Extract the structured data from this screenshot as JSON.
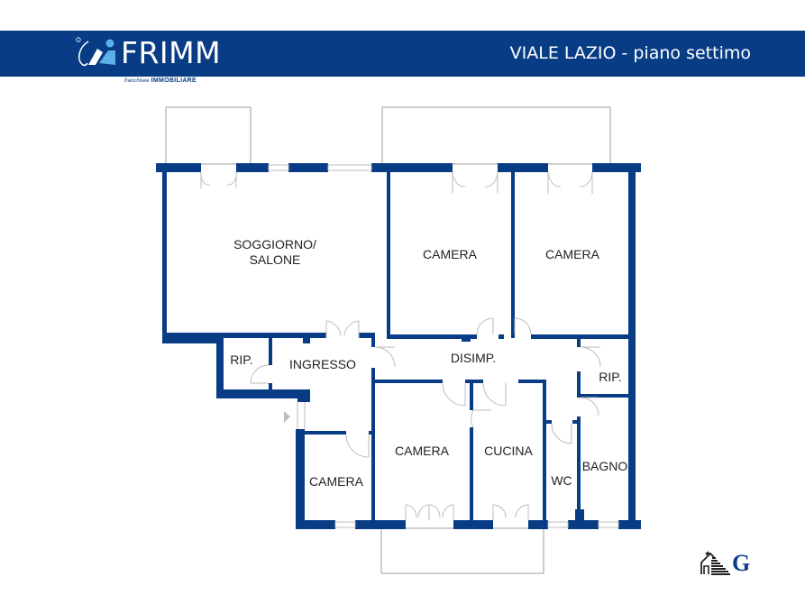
{
  "header": {
    "brand_name": "FRIMM",
    "brand_tagline_small": "franchisee",
    "brand_tagline_big": "IMMOBILIARE",
    "title": "VIALE LAZIO - piano settimo",
    "background_color": "#083d86"
  },
  "floorplan": {
    "wall_color": "#083d86",
    "rooms": [
      {
        "id": "soggiorno",
        "label_line1": "SOGGIORNO/",
        "label_line2": "SALONE"
      },
      {
        "id": "camera1",
        "label": "CAMERA"
      },
      {
        "id": "camera2",
        "label": "CAMERA"
      },
      {
        "id": "rip1",
        "label": "RIP."
      },
      {
        "id": "ingresso",
        "label": "INGRESSO"
      },
      {
        "id": "disimp",
        "label": "DISIMP."
      },
      {
        "id": "rip2",
        "label": "RIP."
      },
      {
        "id": "camera3",
        "label": "CAMERA"
      },
      {
        "id": "cucina",
        "label": "CUCINA"
      },
      {
        "id": "wc",
        "label": "WC"
      },
      {
        "id": "bagno",
        "label": "BAGNO"
      },
      {
        "id": "camera4",
        "label": "CAMERA"
      }
    ],
    "balconies": [
      "balcony-north-west",
      "balcony-north-east",
      "balcony-south"
    ]
  },
  "footer": {
    "brand_letter": "G"
  }
}
